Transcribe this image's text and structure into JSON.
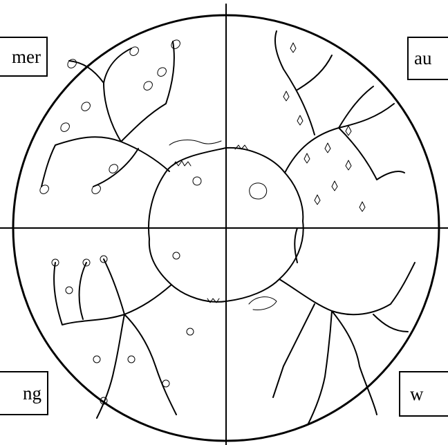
{
  "labels": {
    "summer": "mer",
    "autumn": "au",
    "spring": "ng",
    "winter": "w"
  },
  "colors": {
    "line": "#000000",
    "background": "#ffffff"
  }
}
